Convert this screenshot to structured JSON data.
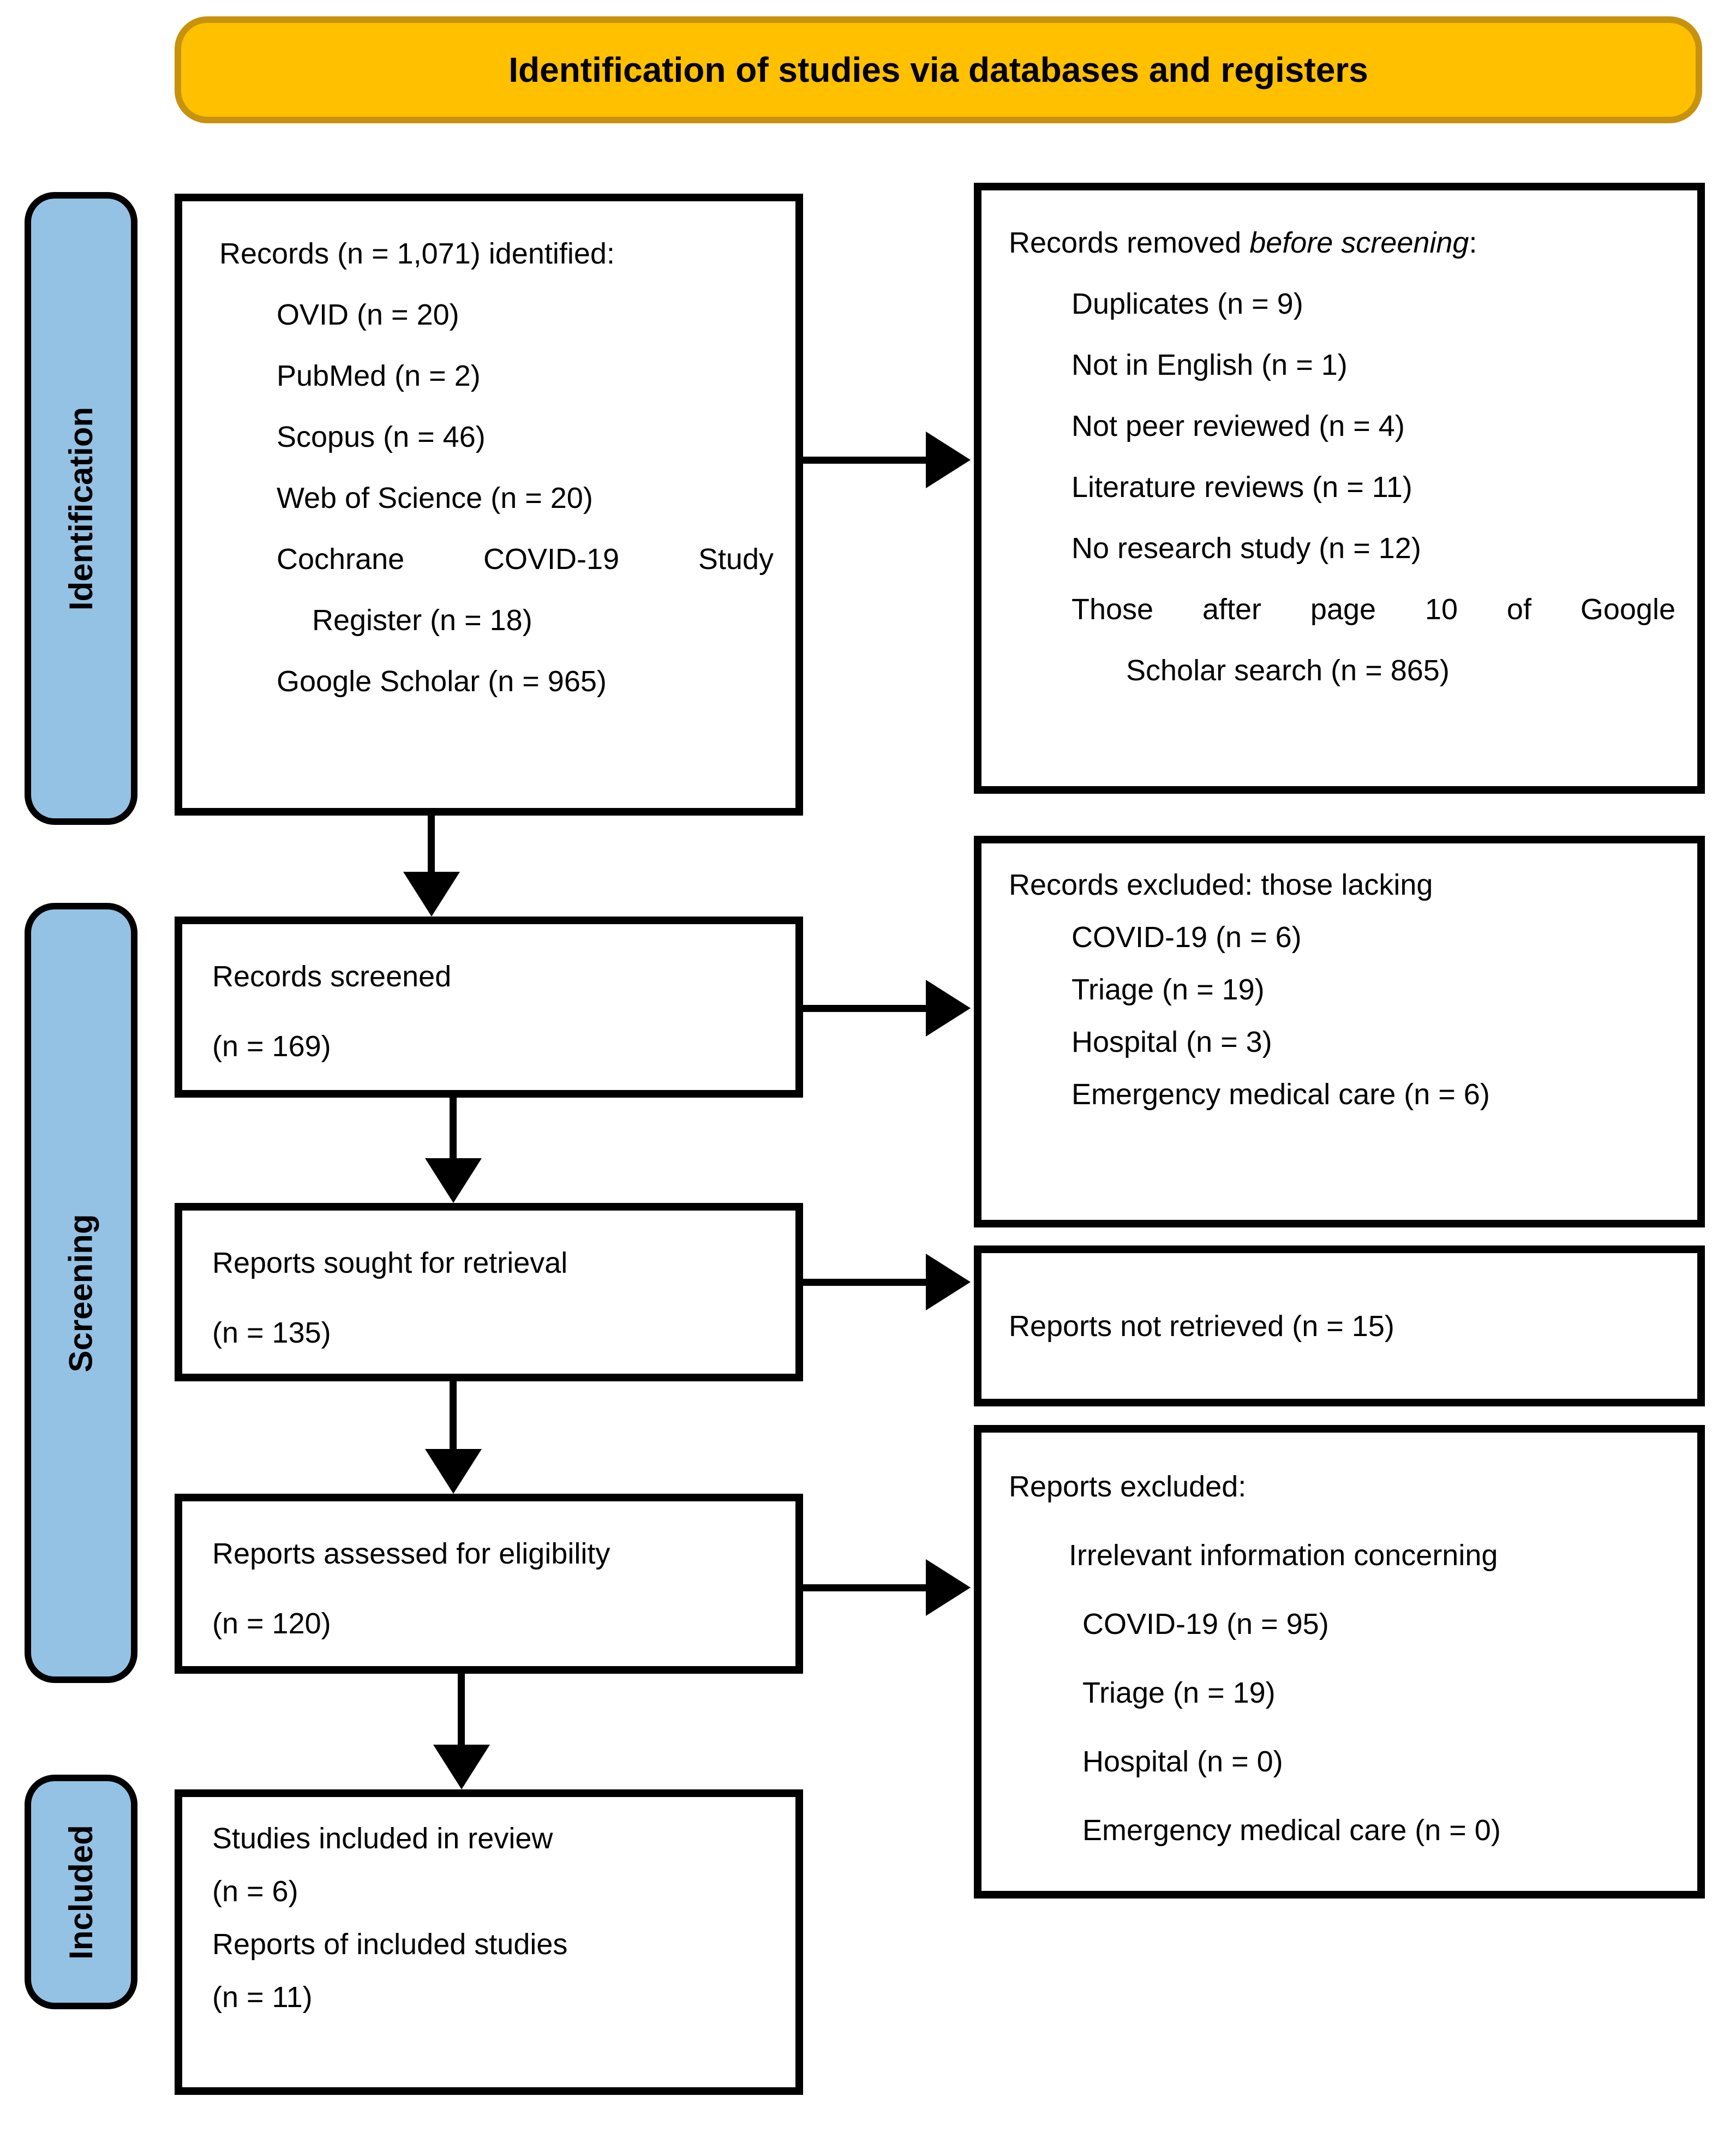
{
  "banner": {
    "title": "Identification of studies via databases and registers"
  },
  "colors": {
    "banner_fill": "#FFC000",
    "banner_border": "#C7920E",
    "stage_fill": "#94C2E4",
    "box_border": "#000000",
    "background": "#FFFFFF"
  },
  "stages": {
    "identification": "Identification",
    "screening": "Screening",
    "included": "Included"
  },
  "boxes": {
    "records_identified": {
      "title": "Records (n = 1,071) identified:",
      "items": [
        "OVID (n = 20)",
        "PubMed (n = 2)",
        "Scopus (n = 46)",
        "Web of Science (n = 20)",
        "Cochrane COVID-19 Study",
        "Register (n = 18)",
        "Google Scholar (n = 965)"
      ]
    },
    "records_removed": {
      "title_prefix": "Records removed ",
      "title_italic": "before screening",
      "title_suffix": ":",
      "items": [
        "Duplicates (n = 9)",
        "Not in English (n = 1)",
        "Not peer reviewed (n = 4)",
        "Literature reviews (n = 11)",
        "No research study (n = 12)",
        "Those after page 10 of Google",
        "Scholar search (n = 865)"
      ]
    },
    "records_screened": {
      "title": "Records screened",
      "count": "(n = 169)"
    },
    "records_excluded": {
      "title": "Records excluded: those lacking",
      "items": [
        "COVID-19 (n = 6)",
        "Triage (n = 19)",
        "Hospital (n = 3)",
        "Emergency medical care (n = 6)"
      ]
    },
    "reports_sought": {
      "title": "Reports sought for retrieval",
      "count": "(n = 135)"
    },
    "reports_not_retrieved": {
      "title": "Reports not retrieved (n = 15)"
    },
    "reports_assessed": {
      "title": "Reports assessed for eligibility",
      "count": "(n = 120)"
    },
    "reports_excluded": {
      "title": "Reports excluded:",
      "subtitle": "Irrelevant information concerning",
      "items": [
        "COVID-19 (n = 95)",
        "Triage (n = 19)",
        "Hospital (n = 0)",
        "Emergency medical care (n = 0)"
      ]
    },
    "studies_included": {
      "lines": [
        "Studies included in review",
        "(n = 6)",
        "Reports of included studies",
        "(n = 11)"
      ]
    }
  }
}
